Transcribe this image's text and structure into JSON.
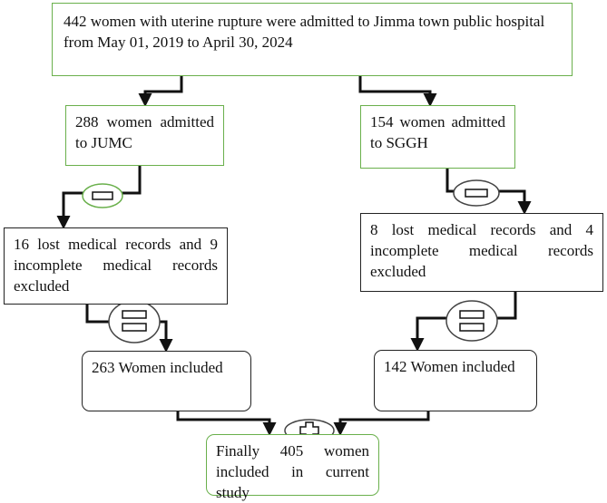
{
  "boxes": {
    "admitted_total": "442 women with uterine rupture were admitted to Jimma town public hospital from May 01, 2019 to April 30, 2024",
    "jumc_admitted": "288 women admitted to JUMC",
    "sggh_admitted": "154 women admitted to SGGH",
    "jumc_excluded": "16 lost medical records and 9 incomplete medical records excluded",
    "sggh_excluded": "8 lost medical records and 4 incomplete medical records excluded",
    "jumc_included": "263 Women included",
    "sggh_included": "142 Women included",
    "final": "Finally 405 women included in current study"
  },
  "operators": {
    "minus": "minus-icon",
    "equals": "equals-icon",
    "plus": "plus-icon"
  },
  "colors": {
    "green_border": "#6ab04c",
    "black_border": "#222222"
  }
}
